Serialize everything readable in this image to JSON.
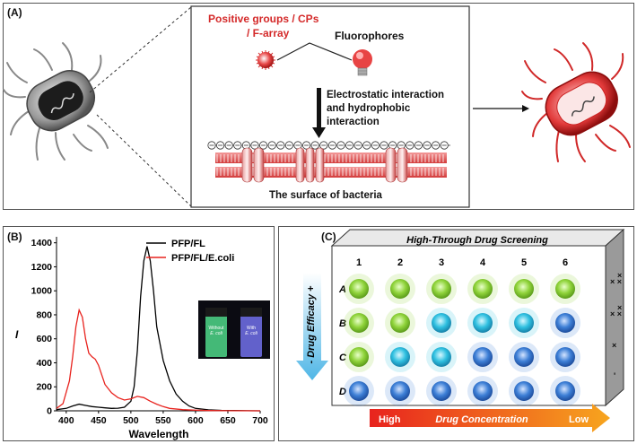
{
  "panel_a": {
    "label": "(A)",
    "positive_groups": "Positive groups / CPs",
    "positive_groups_2": "/ F-array",
    "fluorophores": "Fluorophores",
    "interaction_1": "Electrostatic interaction",
    "interaction_2": "and hydrophobic",
    "interaction_3": "interaction",
    "surface_label": "The surface of bacteria"
  },
  "panel_b": {
    "label": "(B)",
    "photo_left_1": "Without",
    "photo_left_2": "E. coli",
    "photo_right_1": "With",
    "photo_right_2": "E. coli"
  },
  "panel_c": {
    "label": "(C)",
    "title": "High-Through Drug Screening",
    "columns": [
      "1",
      "2",
      "3",
      "4",
      "5",
      "6"
    ],
    "rows": [
      "A",
      "B",
      "C",
      "D"
    ],
    "efficacy_minus": "-",
    "efficacy_label": "Drug Efficacy",
    "efficacy_plus": "+",
    "conc_high": "High",
    "conc_label": "Drug Concentration",
    "conc_low": "Low",
    "wells": [
      [
        "green",
        "green",
        "green",
        "green",
        "green",
        "green"
      ],
      [
        "green",
        "green",
        "cyan",
        "cyan",
        "cyan",
        "blue"
      ],
      [
        "green",
        "cyan",
        "cyan",
        "blue",
        "blue",
        "blue"
      ],
      [
        "blue",
        "blue",
        "blue",
        "blue",
        "blue",
        "blue"
      ]
    ],
    "colors": {
      "green": "#8fd33a",
      "cyan": "#2fc0e0",
      "blue": "#3d7fd6"
    }
  },
  "chart_data": {
    "type": "line",
    "xlabel": "Wavelength",
    "ylabel": "I",
    "xlim": [
      385,
      700
    ],
    "ylim": [
      0,
      1450
    ],
    "xticks": [
      400,
      450,
      500,
      550,
      600,
      650,
      700
    ],
    "yticks": [
      0,
      200,
      400,
      600,
      800,
      1000,
      1200,
      1400
    ],
    "legend_position": "top-left",
    "series": [
      {
        "name": "PFP/FL",
        "color": "#000000",
        "x": [
          385,
          400,
          410,
          420,
          430,
          440,
          450,
          460,
          470,
          480,
          490,
          500,
          505,
          510,
          515,
          520,
          525,
          530,
          535,
          540,
          550,
          560,
          570,
          580,
          590,
          600,
          620,
          640,
          660,
          680,
          700
        ],
        "y": [
          10,
          20,
          40,
          55,
          45,
          35,
          30,
          25,
          20,
          22,
          30,
          80,
          200,
          500,
          950,
          1250,
          1370,
          1250,
          1000,
          700,
          420,
          250,
          140,
          80,
          40,
          20,
          8,
          4,
          2,
          1,
          0
        ]
      },
      {
        "name": "PFP/FL/E.coli",
        "color": "#e8231e",
        "x": [
          385,
          395,
          405,
          410,
          415,
          420,
          425,
          430,
          435,
          440,
          445,
          450,
          455,
          460,
          470,
          480,
          490,
          500,
          510,
          520,
          530,
          540,
          550,
          560,
          580,
          600,
          620,
          650,
          700
        ],
        "y": [
          20,
          60,
          250,
          450,
          700,
          840,
          780,
          600,
          480,
          450,
          430,
          380,
          300,
          220,
          150,
          110,
          90,
          100,
          120,
          110,
          80,
          55,
          35,
          20,
          10,
          5,
          2,
          1,
          0
        ]
      }
    ]
  }
}
